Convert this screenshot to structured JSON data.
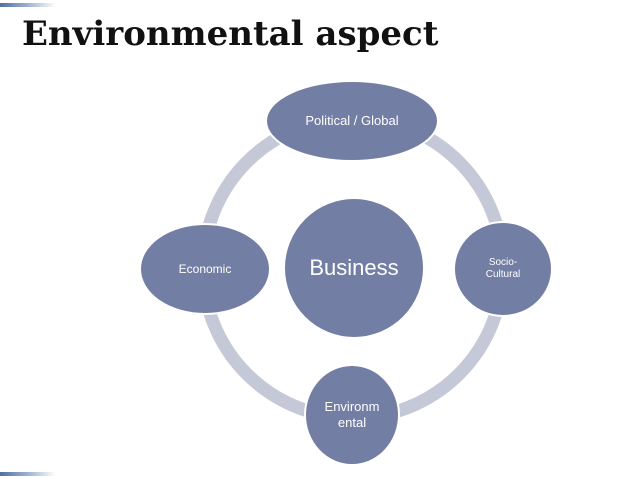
{
  "title": "Environmental aspect",
  "colors": {
    "node": "#737ea4",
    "node_stroke": "#ffffff",
    "ring": "#c4c8d7",
    "accent": "#4f6fa0"
  },
  "nodes": {
    "center": "Business",
    "top": "Political / Global",
    "left": "Economic",
    "right": "Socio-\nCultural",
    "bottom": "Environm\nental"
  }
}
